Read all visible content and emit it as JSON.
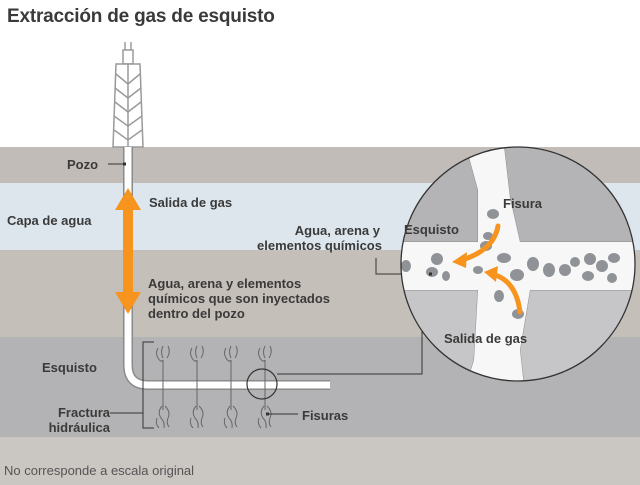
{
  "title": "Extracción de gas de esquisto",
  "layers": {
    "surface_rock": "#c2bcb8",
    "water_layer": "#dde6ec",
    "middle_rock": "#c5bfba",
    "shale": "#b3b3b5",
    "bottom": "#cac6c2"
  },
  "colors": {
    "accent_orange": "#f7941d",
    "text": "#3a3a3a",
    "pipe": "#ffffff",
    "pebble": "#8f9296"
  },
  "labels": {
    "pozo": "Pozo",
    "capa_de_agua": "Capa de agua",
    "salida_de_gas": "Salida de gas",
    "agua_arena_line1": "Agua, arena y",
    "agua_arena_line2": "elementos químicos",
    "inyectados_line1": "Agua, arena y elementos",
    "inyectados_line2": "químicos que son inyectados",
    "inyectados_line3": "dentro del pozo",
    "esquisto": "Esquisto",
    "fractura_line1": "Fractura",
    "fractura_line2": "hidráulica",
    "fisuras": "Fisuras"
  },
  "inset": {
    "fisura": "Fisura",
    "esquisto": "Esquisto",
    "salida_de_gas": "Salida de gas"
  },
  "footnote": "No corresponde a escala original"
}
